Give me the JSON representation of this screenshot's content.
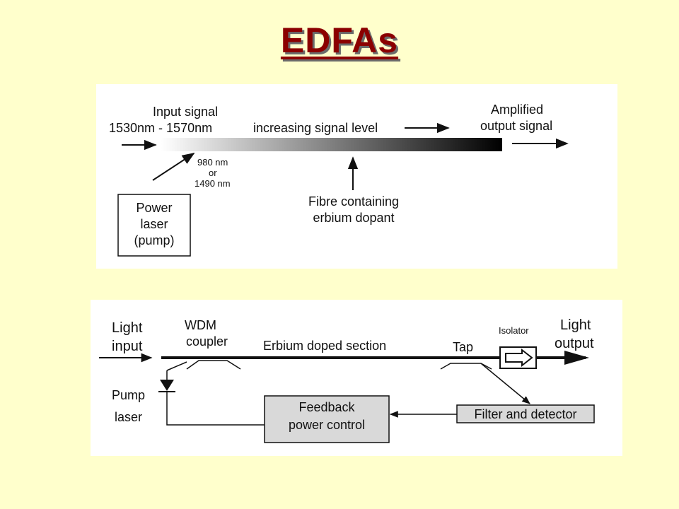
{
  "title": "EDFAs",
  "top_diagram": {
    "input_signal": "Input signal",
    "input_range": "1530nm - 1570nm",
    "increasing": "increasing signal level",
    "amplified": "Amplified",
    "output_signal": "output signal",
    "pump_980": "980 nm",
    "pump_or": "or",
    "pump_1490": "1490 nm",
    "fibre_line1": "Fibre containing",
    "fibre_line2": "erbium dopant",
    "laser_line1": "Power",
    "laser_line2": "laser",
    "laser_line3": "(pump)"
  },
  "bottom_diagram": {
    "light_input_1": "Light",
    "light_input_2": "input",
    "wdm_1": "WDM",
    "wdm_2": "coupler",
    "erbium_section": "Erbium doped section",
    "tap": "Tap",
    "isolator": "Isolator",
    "light_output_1": "Light",
    "light_output_2": "output",
    "pump_1": "Pump",
    "pump_2": "laser",
    "feedback_1": "Feedback",
    "feedback_2": "power control",
    "filter_detector": "Filter and detector"
  }
}
